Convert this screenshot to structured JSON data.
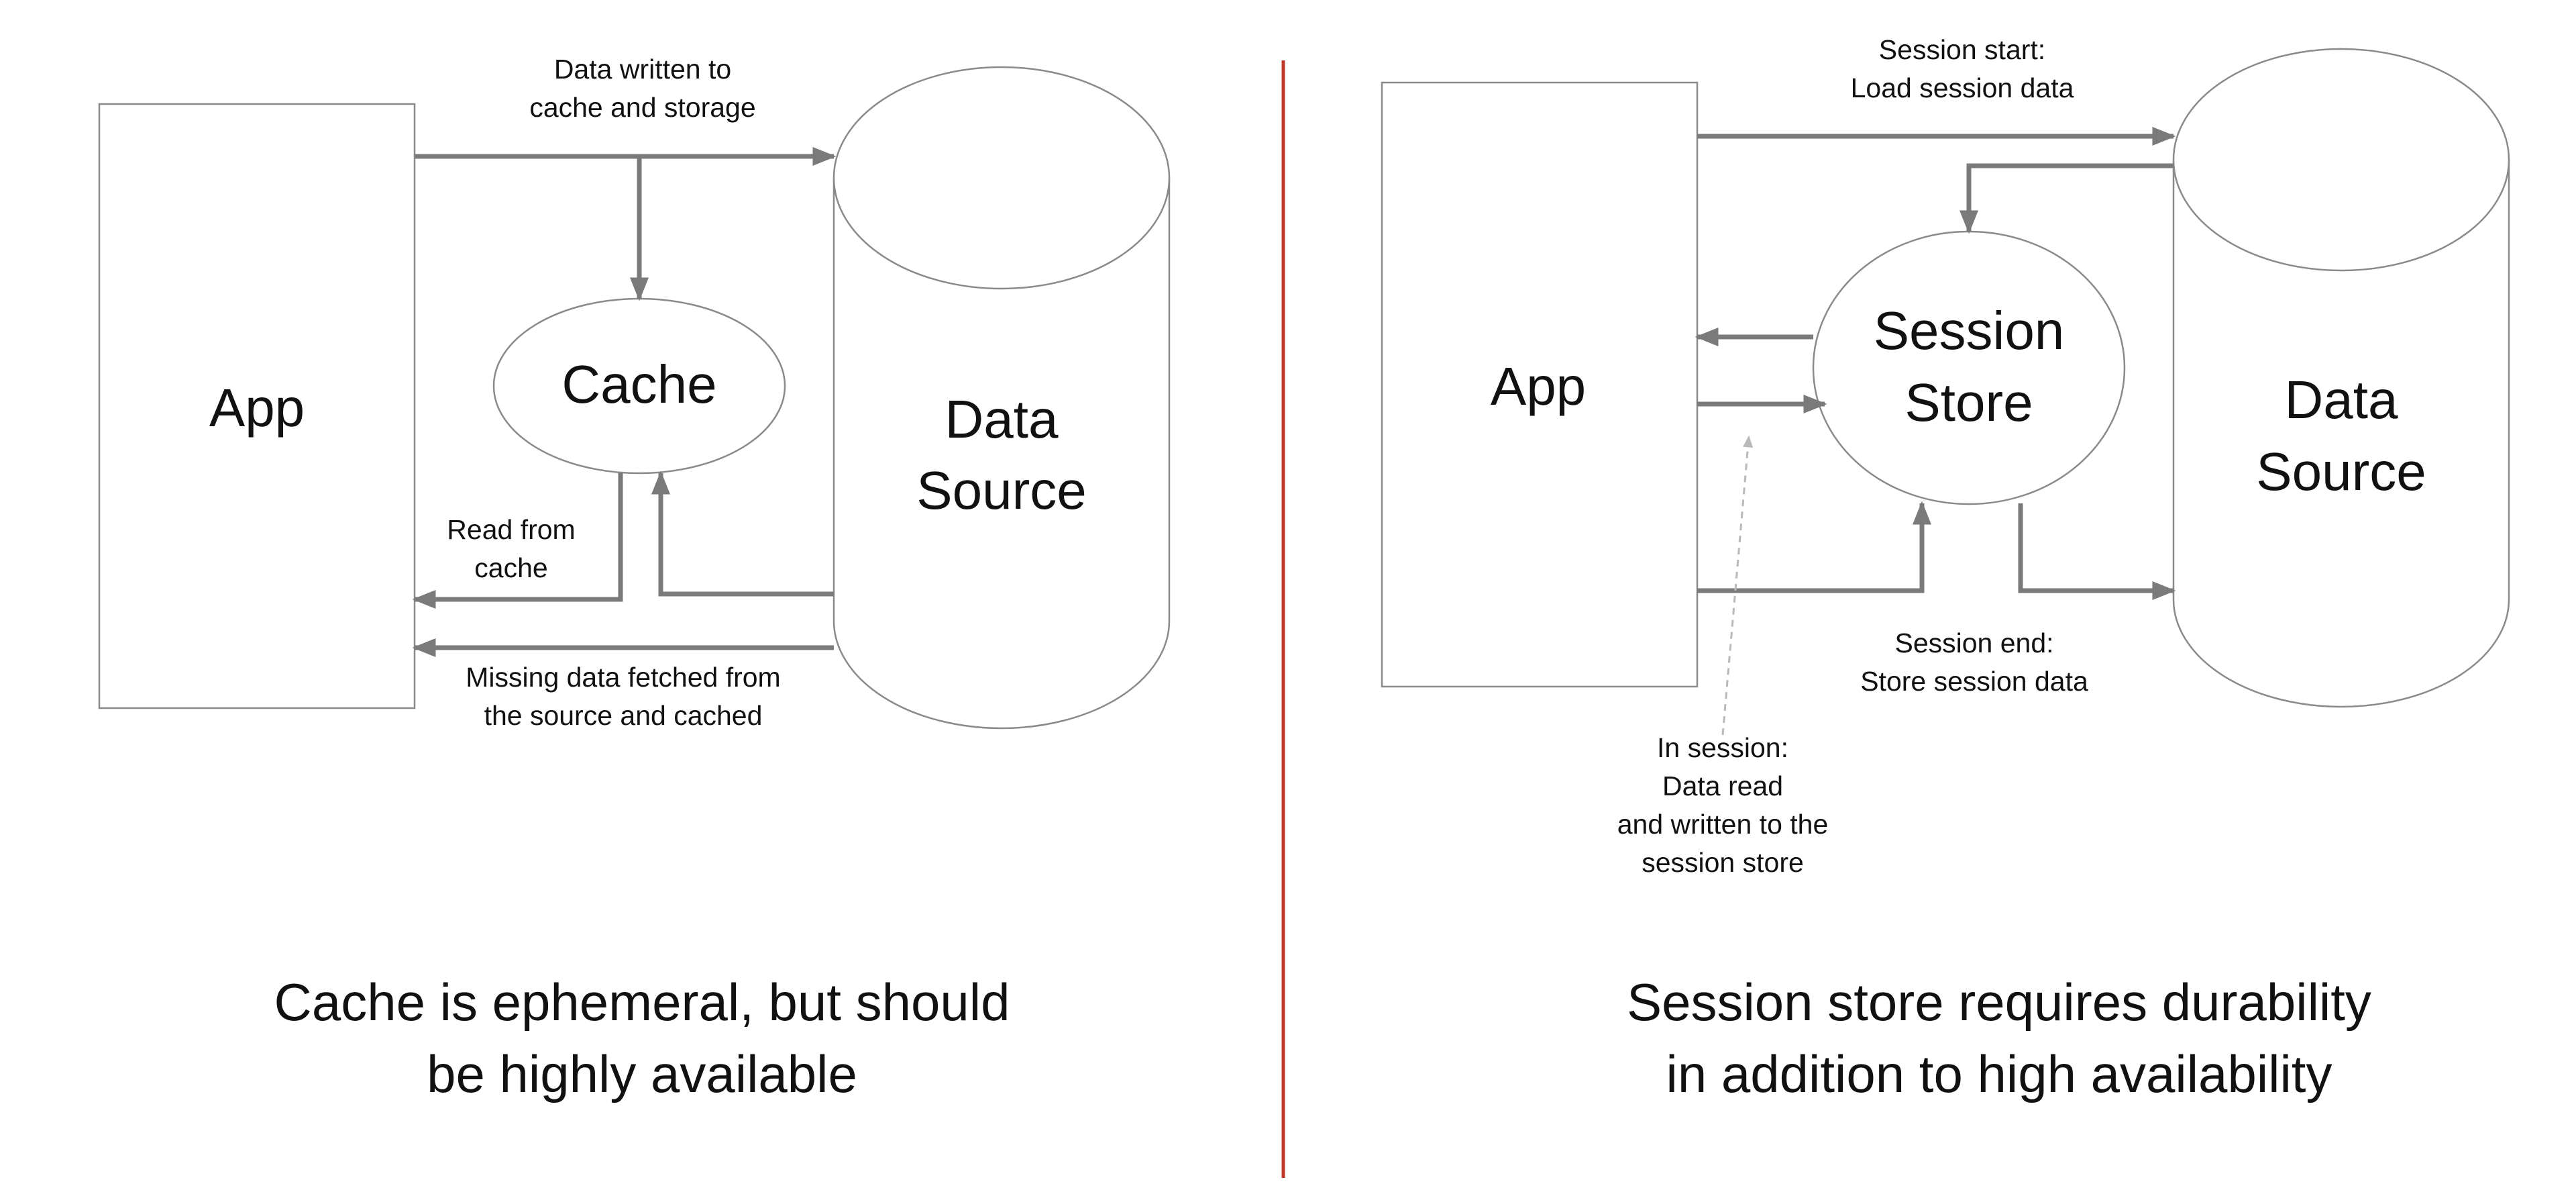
{
  "left_panel": {
    "app_label": "App",
    "cache_label": "Cache",
    "data_source_label": [
      "Data",
      "Source"
    ],
    "write_label": [
      "Data written to",
      "cache and storage"
    ],
    "read_label": [
      "Read from",
      "cache"
    ],
    "miss_label": [
      "Missing data fetched from",
      "the source and cached"
    ],
    "caption": [
      "Cache is ephemeral, but should",
      "be highly available"
    ]
  },
  "right_panel": {
    "app_label": "App",
    "session_store_label": [
      "Session",
      "Store"
    ],
    "data_source_label": [
      "Data",
      "Source"
    ],
    "start_label": [
      "Session start:",
      "Load session data"
    ],
    "end_label": [
      "Session end:",
      "Store session data"
    ],
    "in_session_label": [
      "In session:",
      "Data read",
      "and written to the",
      "session store"
    ],
    "caption": [
      "Session store requires durability",
      "in addition to high availability"
    ]
  },
  "colors": {
    "divider": "#c0392b",
    "arrow": "#7a7a7a",
    "shape_border": "#8a8a8a"
  }
}
